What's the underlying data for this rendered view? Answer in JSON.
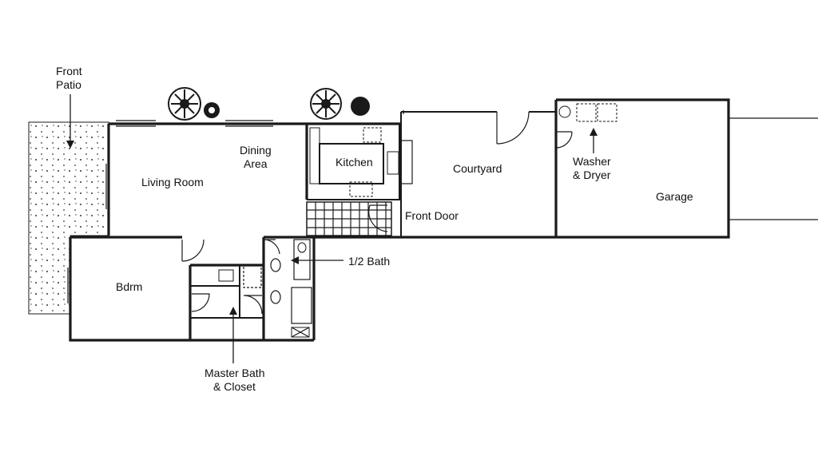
{
  "labels": {
    "front_patio_1": "Front",
    "front_patio_2": "Patio",
    "living_room": "Living Room",
    "dining_1": "Dining",
    "dining_2": "Area",
    "kitchen": "Kitchen",
    "courtyard": "Courtyard",
    "front_door": "Front Door",
    "washer_1": "Washer",
    "washer_2": "& Dryer",
    "garage": "Garage",
    "half_bath": "1/2 Bath",
    "bdrm": "Bdrm",
    "master_1": "Master Bath",
    "master_2": "& Closet"
  }
}
